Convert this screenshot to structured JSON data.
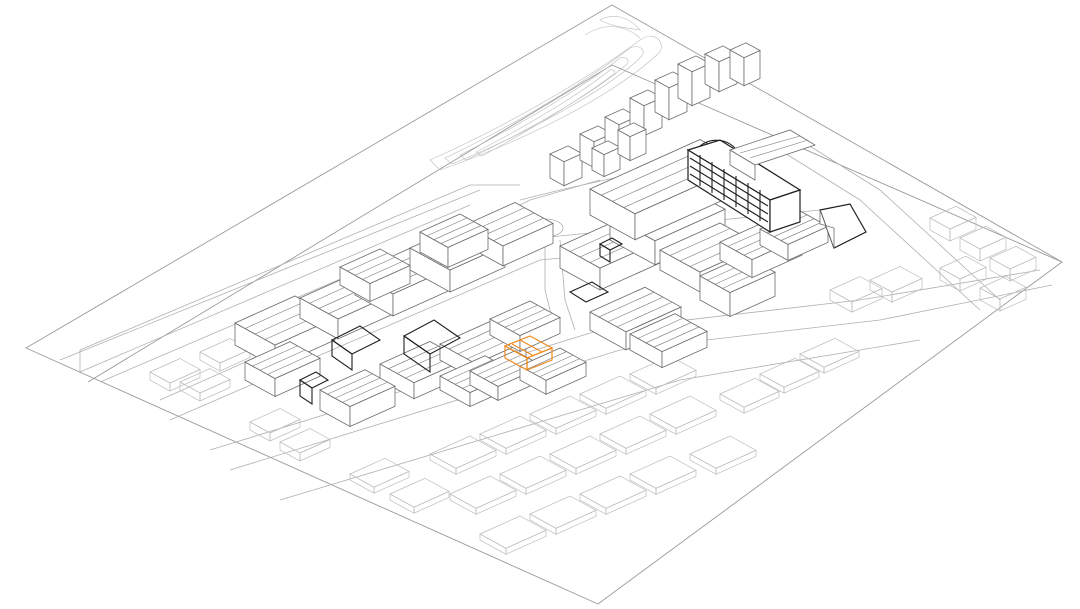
{
  "figure": {
    "type": "axonometric-site-plan",
    "style": "line-drawing",
    "colors": {
      "background": "#ffffff",
      "linework": "#6b6b6b",
      "context": "#b0b0b0",
      "highlight": "#f08a1c",
      "emphasis": "#1f1f1f"
    },
    "highlighted_building": "orange-outlined-block"
  }
}
